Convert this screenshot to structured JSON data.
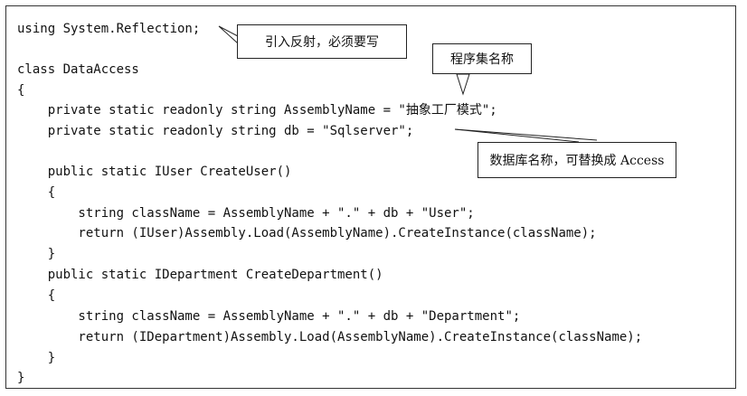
{
  "code_lines": [
    "using System.Reflection;",
    "class DataAccess",
    "{",
    "    private static readonly string AssemblyName = \"抽象工厂模式\";",
    "    private static readonly string db = \"Sqlserver\";",
    "    public static IUser CreateUser()",
    "    {",
    "        string className = AssemblyName + \".\" + db + \"User\";",
    "        return (IUser)Assembly.Load(AssemblyName).CreateInstance(className);",
    "    }",
    "    public static IDepartment CreateDepartment()",
    "    {",
    "        string className = AssemblyName + \".\" + db + \"Department\";",
    "        return (IDepartment)Assembly.Load(AssemblyName).CreateInstance(className);",
    "    }",
    "}"
  ],
  "callouts": {
    "reflection": "引入反射，必须要写",
    "assembly_name": "程序集名称",
    "db_name": "数据库名称，可替换成 Access"
  }
}
